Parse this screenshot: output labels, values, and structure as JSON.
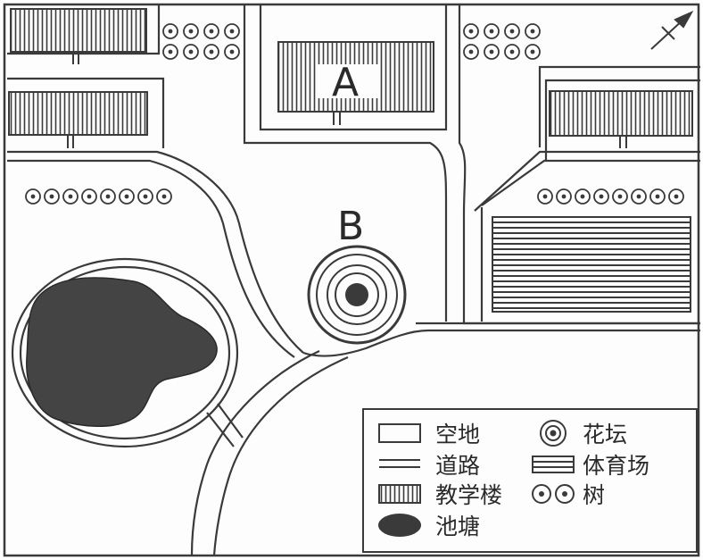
{
  "map": {
    "label_a": "A",
    "label_b": "B",
    "north_arrow_icon": "north-east-arrow-icon"
  },
  "legend": {
    "items": [
      {
        "key": "open_space",
        "icon": "empty-rectangle-icon",
        "label": "空地"
      },
      {
        "key": "road",
        "icon": "double-line-icon",
        "label": "道路"
      },
      {
        "key": "teaching_building",
        "icon": "vertical-hatched-rectangle-icon",
        "label": "教学楼"
      },
      {
        "key": "pond",
        "icon": "dark-ellipse-icon",
        "label": "池塘"
      },
      {
        "key": "flower_bed",
        "icon": "concentric-circles-icon",
        "label": "花坛"
      },
      {
        "key": "sports_field",
        "icon": "horizontal-striped-rectangle-icon",
        "label": "体育场"
      },
      {
        "key": "tree",
        "icon": "two-circles-with-dots-icon",
        "label": "树"
      }
    ]
  },
  "colors": {
    "line": "#3a3a3a",
    "pond_fill": "#444444",
    "background": "#fdfdfd"
  }
}
